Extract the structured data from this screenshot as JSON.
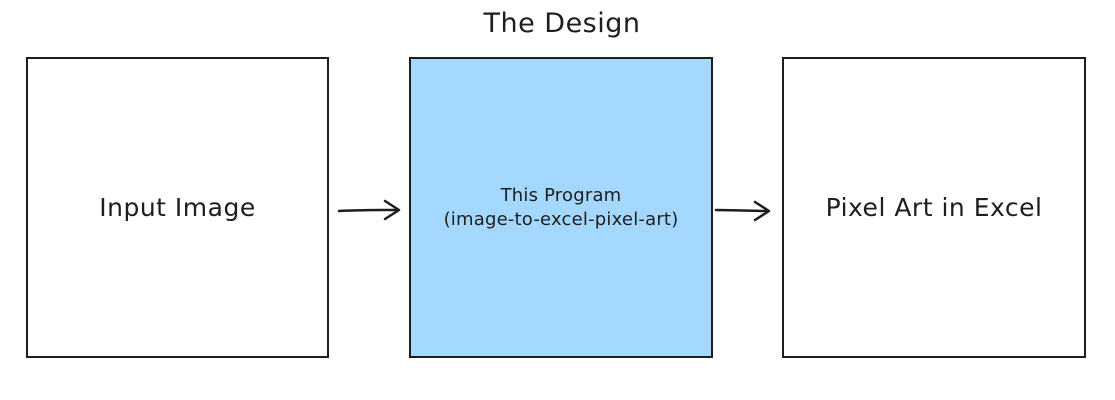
{
  "diagram": {
    "title": "The Design",
    "nodes": [
      {
        "id": "input",
        "label": "Input Image",
        "fill": "#ffffff"
      },
      {
        "id": "program",
        "label_line1": "This Program",
        "label_line2": "(image-to-excel-pixel-art)",
        "fill": "#a5d8ff"
      },
      {
        "id": "output",
        "label": "Pixel Art in Excel",
        "fill": "#ffffff"
      }
    ],
    "edges": [
      {
        "from": "input",
        "to": "program"
      },
      {
        "from": "program",
        "to": "output"
      }
    ],
    "stroke_color": "#1e1e1e"
  }
}
